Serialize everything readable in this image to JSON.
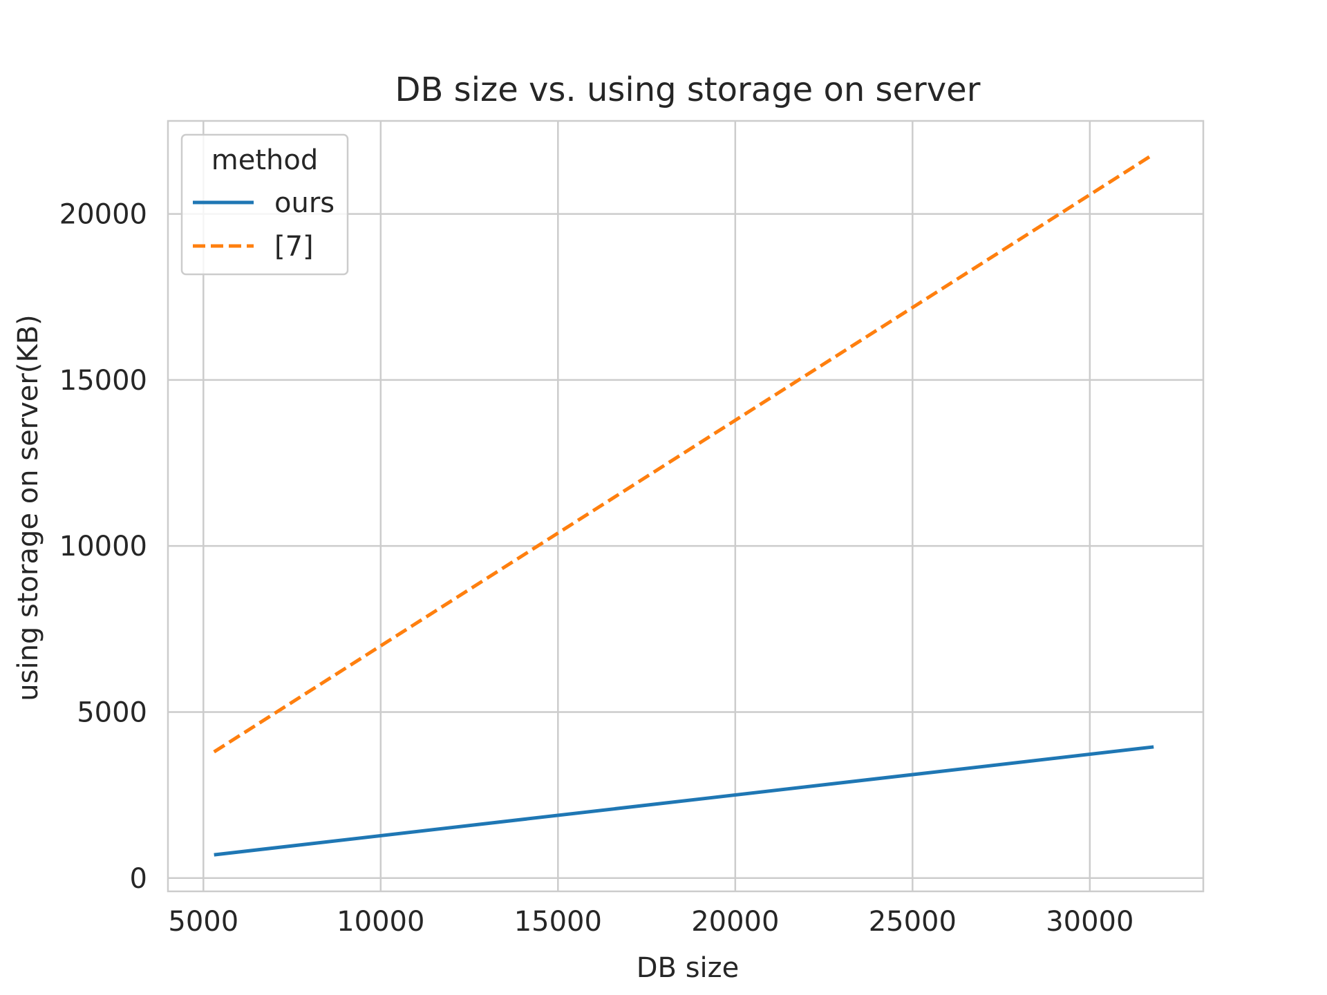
{
  "chart_data": {
    "type": "line",
    "title": "DB size vs. using storage on server",
    "xlabel": "DB size",
    "ylabel": "using storage on server(KB)",
    "xlim": [
      4000,
      33200
    ],
    "ylim": [
      -400,
      22800
    ],
    "xticks": [
      5000,
      10000,
      15000,
      20000,
      25000,
      30000
    ],
    "yticks": [
      0,
      5000,
      10000,
      15000,
      20000
    ],
    "grid": true,
    "legend": {
      "title": "method",
      "placement": "top-left"
    },
    "series": [
      {
        "name": "ours",
        "color": "#1f77b4",
        "style": "solid",
        "x": [
          5300,
          31800
        ],
        "y": [
          700,
          3950
        ]
      },
      {
        "name": "[7]",
        "color": "#ff7f0e",
        "style": "dashed",
        "x": [
          5300,
          31800
        ],
        "y": [
          3800,
          21800
        ]
      }
    ]
  }
}
